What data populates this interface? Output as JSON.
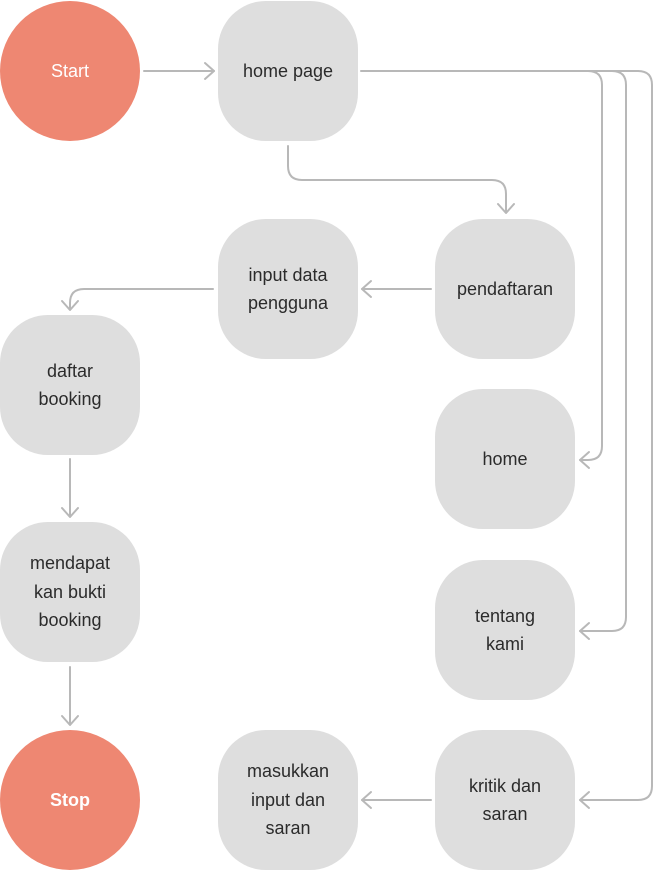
{
  "colors": {
    "terminal": "#ee8772",
    "process": "#dedede",
    "connector": "#b8b8b8",
    "text": "#2b2b2b",
    "terminal_text": "#ffffff"
  },
  "nodes": {
    "start": "Start",
    "home_page": "home page",
    "pendaftaran": "pendaftaran",
    "input_data_pengguna": "input data\npengguna",
    "daftar_booking": "daftar\nbooking",
    "mendapatkan_bukti_booking": "mendapat\nkan bukti\nbooking",
    "stop": "Stop",
    "home": "home",
    "tentang_kami": "tentang\nkami",
    "kritik_dan_saran": "kritik dan\nsaran",
    "masukkan_input_dan_saran": "masukkan\ninput dan\nsaran"
  }
}
